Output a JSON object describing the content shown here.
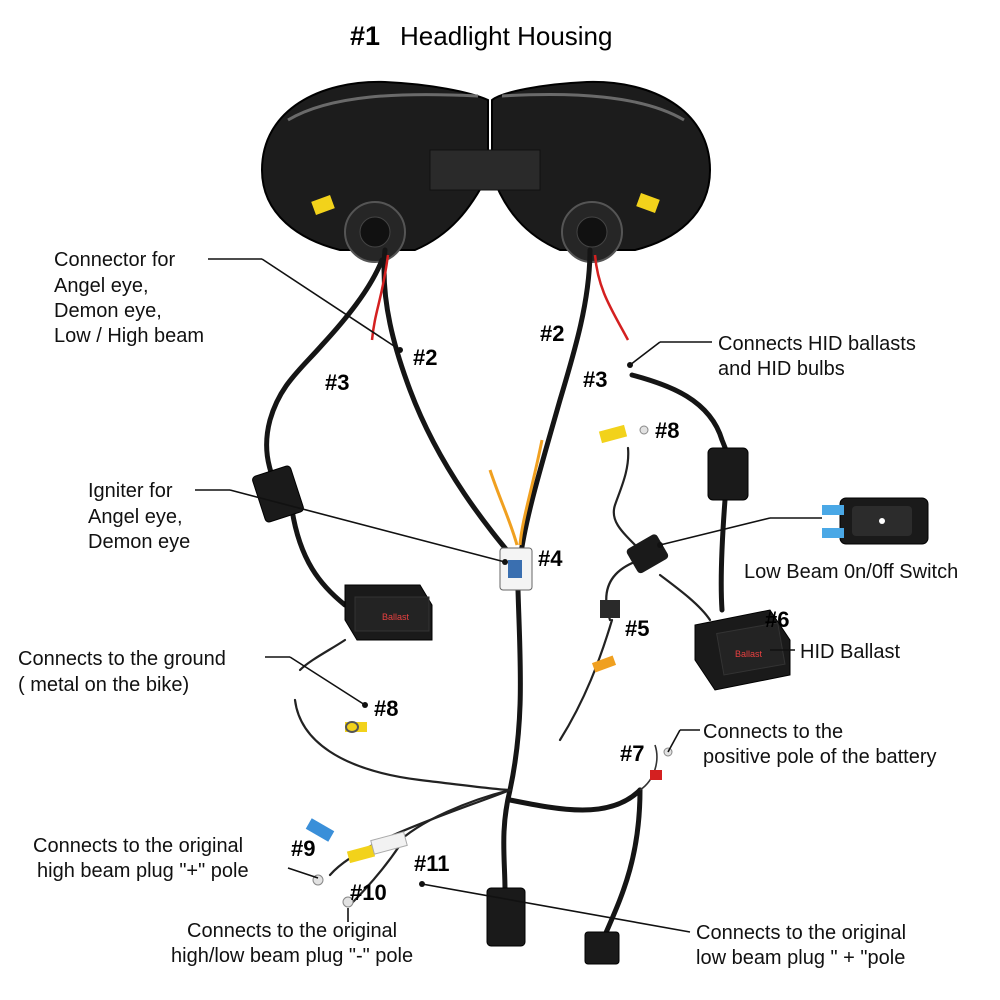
{
  "title": {
    "number": "#1",
    "text": "Headlight Housing"
  },
  "labels": {
    "connector_angel": [
      "Connector for",
      "Angel eye,",
      "Demon eye,",
      "Low  / High beam"
    ],
    "connects_hid": [
      "Connects HID ballasts",
      "and HID bulbs"
    ],
    "igniter": [
      "Igniter for",
      "Angel eye,",
      "Demon eye"
    ],
    "low_beam_switch": "Low Beam 0n/0ff Switch",
    "hid_ballast": "HID Ballast",
    "ground": [
      "Connects to the ground",
      "( metal on the bike)"
    ],
    "battery": [
      "Connects to the",
      "positive pole of the battery"
    ],
    "high_beam_plus": [
      "Connects to the original",
      "high beam plug \"+\" pole"
    ],
    "high_low_minus": [
      "Connects to the original",
      "high/low beam plug \"-\" pole"
    ],
    "low_beam_plus": [
      "Connects to the original",
      "low beam plug \" + \"pole"
    ]
  },
  "markers": {
    "n2_left": "#2",
    "n2_right": "#2",
    "n3_left": "#3",
    "n3_right": "#3",
    "n4": "#4",
    "n5": "#5",
    "n6": "#6",
    "n7": "#7",
    "n8_top": "#8",
    "n8_bottom": "#8",
    "n9": "#9",
    "n10": "#10",
    "n11": "#11"
  },
  "ballast_label": "Ballast",
  "colors": {
    "yellow_tag": "#f2d21b",
    "blue_tag": "#3a8fd9",
    "orange_wire": "#f0a020",
    "red_wire": "#d42020",
    "blue_wire": "#2a52d8",
    "switch_blue": "#4aa8e6"
  }
}
